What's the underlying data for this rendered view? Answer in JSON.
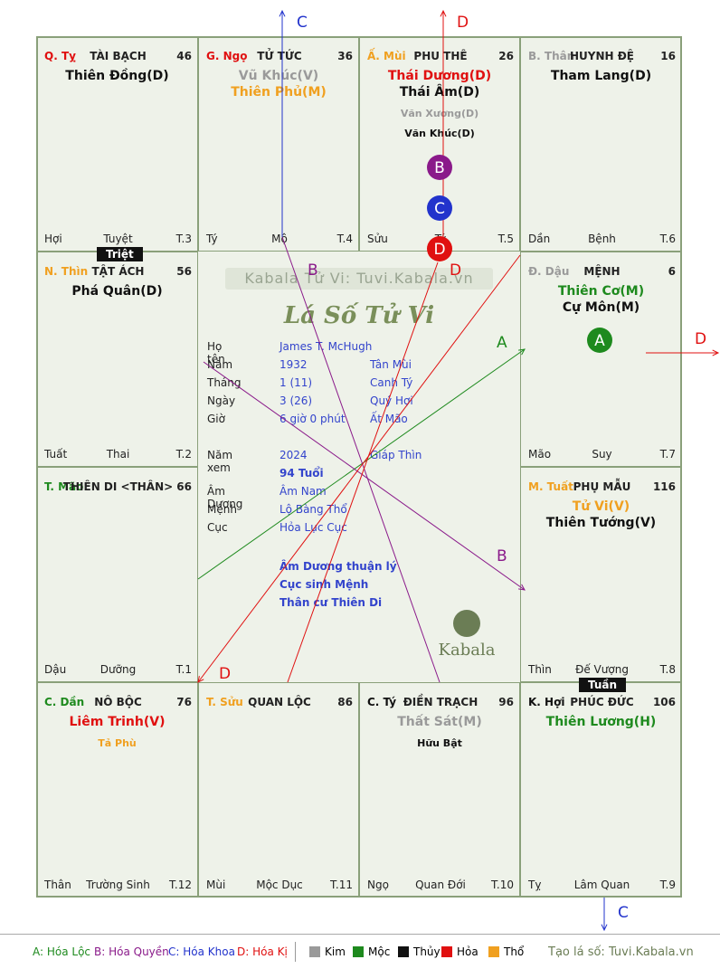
{
  "colors": {
    "red": "#e01010",
    "orange": "#f0a020",
    "green": "#1e8a1e",
    "gray": "#9a9a9a",
    "black": "#111111",
    "blue": "#2233cc",
    "purple": "#8a1a8a",
    "dark": "#222222"
  },
  "palaces": [
    {
      "can": "Q. Tỵ",
      "can_color": "#e01010",
      "name": "TÀI BẠCH",
      "age": "46",
      "main": [
        {
          "t": "Thiên Đồng(D)",
          "c": "#111111"
        }
      ],
      "minor": [],
      "left": "Hợi",
      "mid": "Tuyệt",
      "right": "T.3"
    },
    {
      "can": "G. Ngọ",
      "can_color": "#e01010",
      "name": "TỬ TỨC",
      "age": "36",
      "main": [
        {
          "t": "Vũ Khúc(V)",
          "c": "#9a9a9a"
        },
        {
          "t": "Thiên Phủ(M)",
          "c": "#f0a020"
        }
      ],
      "minor": [],
      "left": "Tý",
      "mid": "Mộ",
      "right": "T.4"
    },
    {
      "can": "Ấ. Mùi",
      "can_color": "#f0a020",
      "name": "PHU THÊ",
      "age": "26",
      "main": [
        {
          "t": "Thái Dương(D)",
          "c": "#e01010"
        },
        {
          "t": "Thái Âm(D)",
          "c": "#111111"
        }
      ],
      "minor": [
        {
          "t": "Văn Xương(D)",
          "c": "#9a9a9a"
        },
        {
          "t": "Văn Khúc(D)",
          "c": "#111111"
        }
      ],
      "left": "Sửu",
      "mid": "Tý",
      "right": "T.5"
    },
    {
      "can": "B. Thân",
      "can_color": "#9a9a9a",
      "name": "HUYNH ĐỆ",
      "age": "16",
      "main": [
        {
          "t": "Tham Lang(D)",
          "c": "#111111"
        }
      ],
      "minor": [],
      "left": "Dần",
      "mid": "Bệnh",
      "right": "T.6"
    },
    {
      "can": "N. Thìn",
      "can_color": "#f0a020",
      "name": "TẬT ÁCH",
      "age": "56",
      "main": [
        {
          "t": "Phá Quân(D)",
          "c": "#111111"
        }
      ],
      "minor": [],
      "left": "Tuất",
      "mid": "Thai",
      "right": "T.2"
    },
    {
      "can": "Đ. Dậu",
      "can_color": "#9a9a9a",
      "name": "MỆNH",
      "age": "6",
      "main": [
        {
          "t": "Thiên Cơ(M)",
          "c": "#1e8a1e"
        },
        {
          "t": "Cự Môn(M)",
          "c": "#111111"
        }
      ],
      "minor": [],
      "left": "Mão",
      "mid": "Suy",
      "right": "T.7"
    },
    {
      "can": "T. Mão",
      "can_color": "#1e8a1e",
      "name": "THIÊN DI <THÂN>",
      "age": "66",
      "main": [],
      "minor": [],
      "left": "Dậu",
      "mid": "Dưỡng",
      "right": "T.1"
    },
    {
      "can": "M. Tuất",
      "can_color": "#f0a020",
      "name": "PHỤ MẪU",
      "age": "116",
      "main": [
        {
          "t": "Tử Vi(V)",
          "c": "#f0a020"
        },
        {
          "t": "Thiên Tướng(V)",
          "c": "#111111"
        }
      ],
      "minor": [],
      "left": "Thìn",
      "mid": "Đế Vượng",
      "right": "T.8"
    },
    {
      "can": "C. Dần",
      "can_color": "#1e8a1e",
      "name": "NÔ BỘC",
      "age": "76",
      "main": [
        {
          "t": "Liêm Trinh(V)",
          "c": "#e01010"
        }
      ],
      "minor": [
        {
          "t": "Tả Phù",
          "c": "#f0a020"
        }
      ],
      "left": "Thân",
      "mid": "Trường Sinh",
      "right": "T.12"
    },
    {
      "can": "T. Sửu",
      "can_color": "#f0a020",
      "name": "QUAN LỘC",
      "age": "86",
      "main": [],
      "minor": [],
      "left": "Mùi",
      "mid": "Mộc Dục",
      "right": "T.11"
    },
    {
      "can": "C. Tý",
      "can_color": "#111111",
      "name": "ĐIỀN TRẠCH",
      "age": "96",
      "main": [
        {
          "t": "Thất Sát(M)",
          "c": "#9a9a9a"
        }
      ],
      "minor": [
        {
          "t": "Hữu Bật",
          "c": "#111111"
        }
      ],
      "left": "Ngọ",
      "mid": "Quan Đới",
      "right": "T.10"
    },
    {
      "can": "K. Hợi",
      "can_color": "#111111",
      "name": "PHÚC ĐỨC",
      "age": "106",
      "main": [
        {
          "t": "Thiên Lương(H)",
          "c": "#1e8a1e"
        }
      ],
      "minor": [],
      "left": "Tỵ",
      "mid": "Lâm Quan",
      "right": "T.9"
    }
  ],
  "badges": {
    "triet": "Triệt",
    "tuan": "Tuần"
  },
  "markers": {
    "a": "A",
    "b": "B",
    "c": "C",
    "d": "D"
  },
  "center": {
    "site": "Kabala Tử Vi: Tuvi.Kabala.vn",
    "title": "Lá Số Tử Vi",
    "rows": [
      {
        "k": "Họ tên",
        "v": "James T. McHugh",
        "v2": ""
      },
      {
        "k": "Năm",
        "v": "1932",
        "v2": "Tân Mùi"
      },
      {
        "k": "Tháng",
        "v": "1  (11)",
        "v2": "Canh Tý"
      },
      {
        "k": "Ngày",
        "v": "3  (26)",
        "v2": "Quý Hợi"
      },
      {
        "k": "Giờ",
        "v": "6 giờ 0 phút",
        "v2": "Ất Mão"
      },
      {
        "k": "",
        "v": "",
        "v2": ""
      },
      {
        "k": "Năm xem",
        "v": "2024",
        "v2": "Giáp Thìn"
      },
      {
        "k": "",
        "v": "94 Tuổi",
        "v2": ""
      },
      {
        "k": "Âm Dương",
        "v": "Âm Nam",
        "v2": ""
      },
      {
        "k": "Mệnh",
        "v": "Lộ Bàng Thổ",
        "v2": ""
      },
      {
        "k": "Cục",
        "v": "Hỏa Lục Cục",
        "v2": ""
      }
    ],
    "notes": [
      "Âm Dương thuận lý",
      "Cục sinh Mệnh",
      "Thân cư Thiên Di"
    ],
    "brand": "Kabala"
  },
  "legend": {
    "items": [
      {
        "t": "A: Hóa Lộc",
        "c": "#1e8a1e"
      },
      {
        "t": "B: Hóa Quyền",
        "c": "#8a1a8a"
      },
      {
        "t": "C: Hóa Khoa",
        "c": "#2233cc"
      },
      {
        "t": "D: Hóa Kị",
        "c": "#e01010"
      }
    ],
    "elements": [
      {
        "t": "Kim",
        "c": "#9a9a9a"
      },
      {
        "t": "Mộc",
        "c": "#1e8a1e"
      },
      {
        "t": "Thủy",
        "c": "#111111"
      },
      {
        "t": "Hỏa",
        "c": "#e01010"
      },
      {
        "t": "Thổ",
        "c": "#f0a020"
      }
    ],
    "site": "Tạo lá số: Tuvi.Kabala.vn"
  }
}
